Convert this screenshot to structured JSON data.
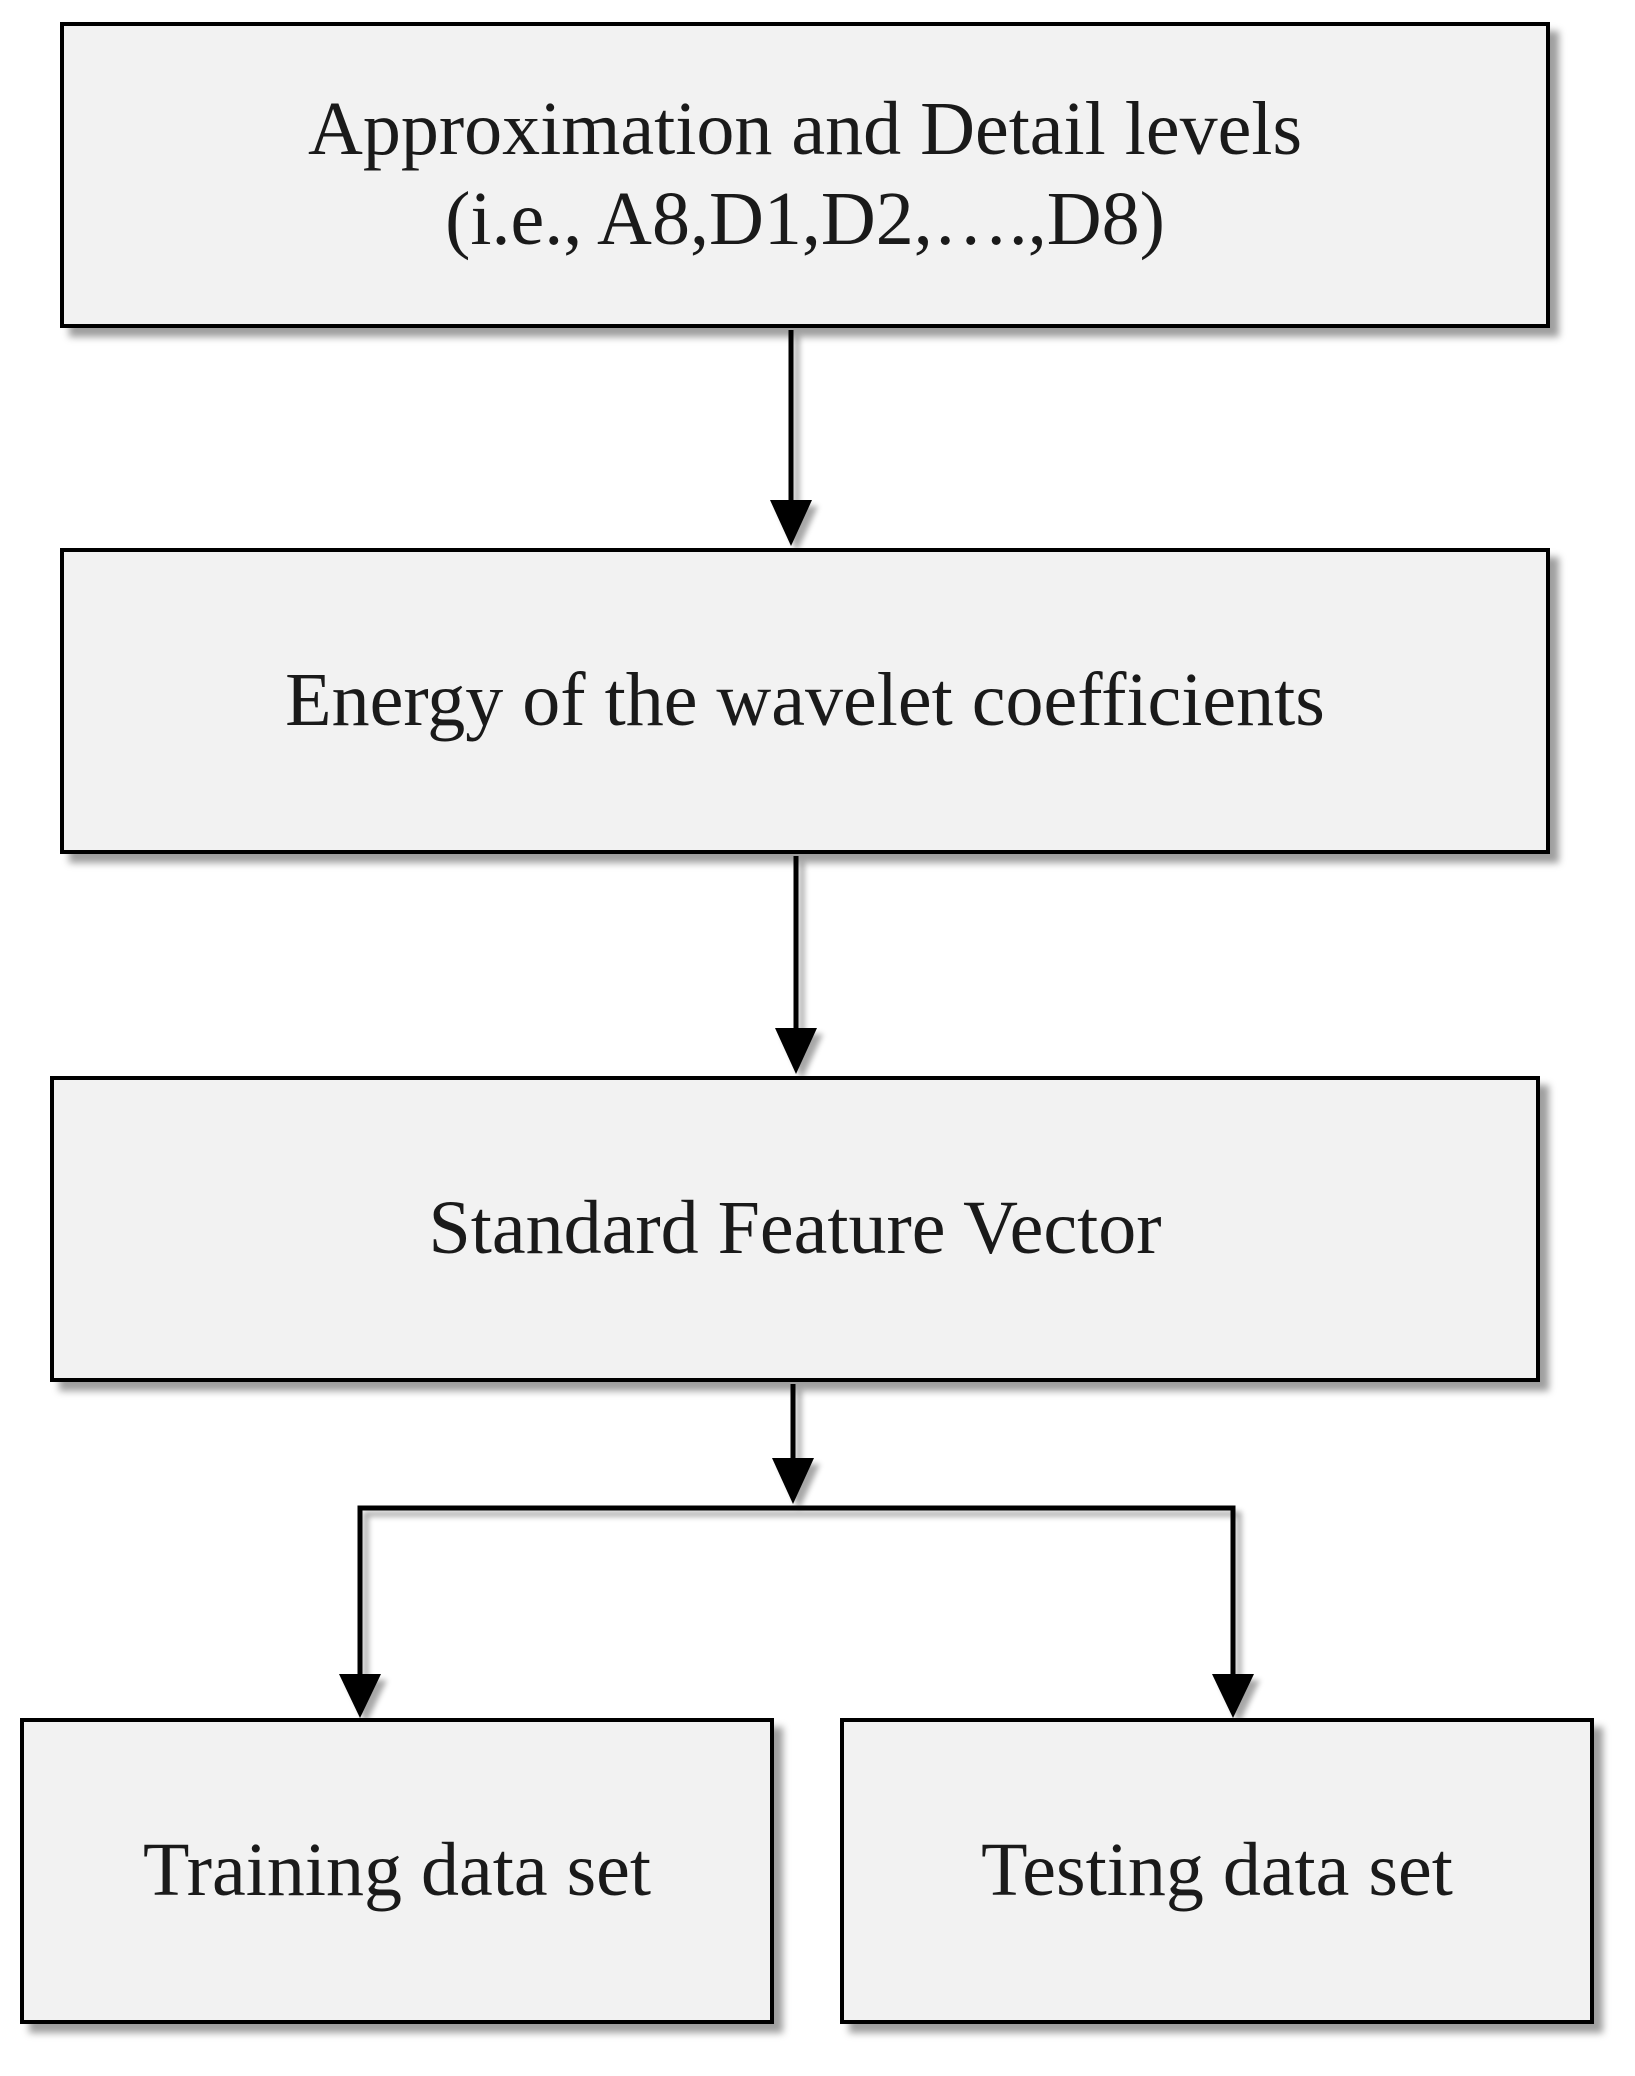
{
  "diagram": {
    "nodes": [
      {
        "id": "levels",
        "lines": [
          "Approximation and Detail levels",
          "(i.e., A8,D1,D2,….,D8)"
        ]
      },
      {
        "id": "energy",
        "lines": [
          "Energy of the wavelet coefficients"
        ]
      },
      {
        "id": "feature",
        "lines": [
          "Standard Feature Vector"
        ]
      },
      {
        "id": "training",
        "lines": [
          "Training data set"
        ]
      },
      {
        "id": "testing",
        "lines": [
          "Testing data set"
        ]
      }
    ],
    "edges": [
      {
        "from": "levels",
        "to": "energy"
      },
      {
        "from": "energy",
        "to": "feature"
      },
      {
        "from": "feature",
        "to": "training"
      },
      {
        "from": "feature",
        "to": "testing"
      }
    ]
  }
}
